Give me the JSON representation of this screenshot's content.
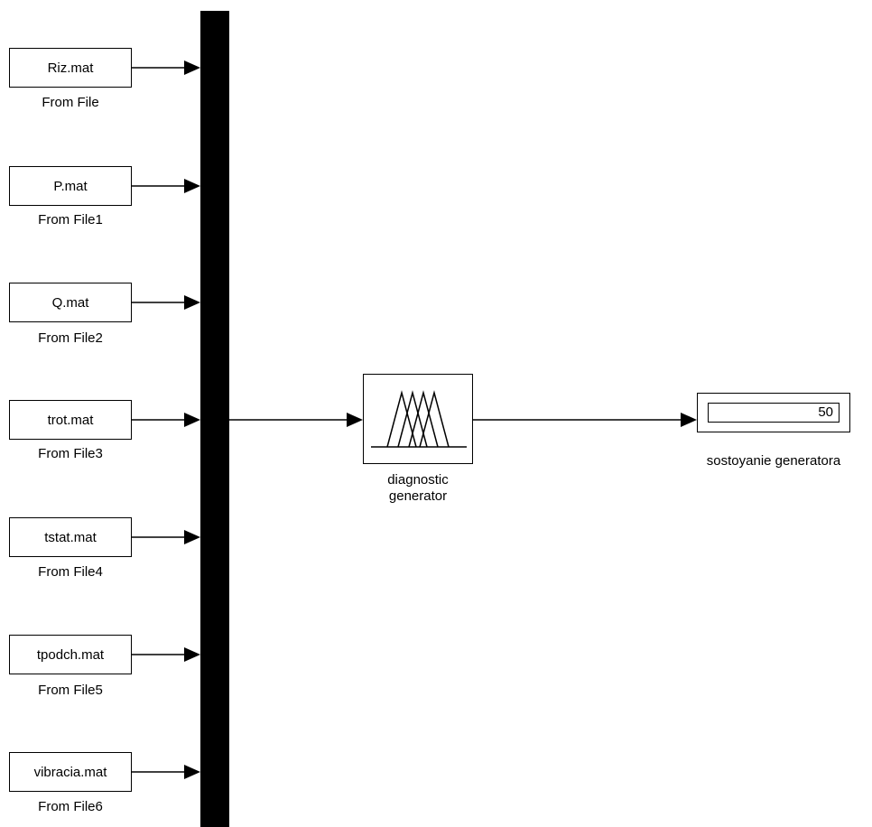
{
  "diagram": {
    "sources": [
      {
        "file": "Riz.mat",
        "label": "From File"
      },
      {
        "file": "P.mat",
        "label": "From File1"
      },
      {
        "file": "Q.mat",
        "label": "From File2"
      },
      {
        "file": "trot.mat",
        "label": "From File3"
      },
      {
        "file": "tstat.mat",
        "label": "From File4"
      },
      {
        "file": "tpodch.mat",
        "label": "From File5"
      },
      {
        "file": "vibracia.mat",
        "label": "From File6"
      }
    ],
    "mux": {
      "name": "mux-bus"
    },
    "fuzzy": {
      "label_line1": "diagnostic",
      "label_line2": "generator"
    },
    "display": {
      "value": "50",
      "label": "sostoyanie generatora"
    },
    "colors": {
      "line": "#000000",
      "background": "#ffffff"
    }
  }
}
